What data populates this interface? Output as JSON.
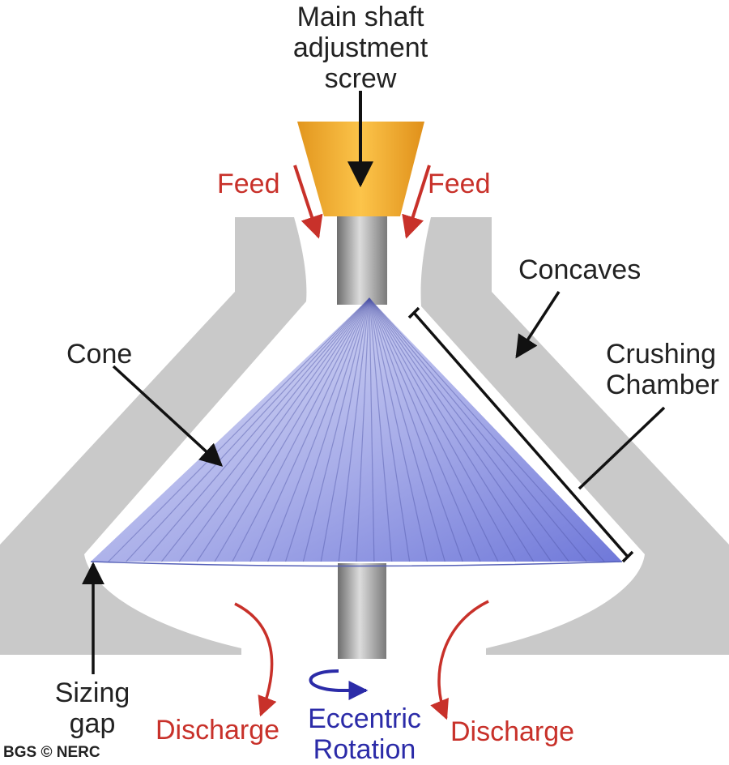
{
  "labels": {
    "screw": [
      "Main shaft",
      "adjustment",
      "screw"
    ],
    "feed_left": "Feed",
    "feed_right": "Feed",
    "concaves": "Concaves",
    "cone": "Cone",
    "crushing_chamber": [
      "Crushing",
      "Chamber"
    ],
    "sizing_gap": [
      "Sizing",
      "gap"
    ],
    "discharge_left": "Discharge",
    "discharge_right": "Discharge",
    "eccentric_rotation": [
      "Eccentric",
      "Rotation"
    ]
  },
  "credit": "BGS © NERC",
  "colors": {
    "concave": "#c9c9c9",
    "cone_top": "#cfd3ef",
    "cone_bottom": "#7a82dc",
    "screw": "#f0a62a",
    "flow_arrow": "#c8312a",
    "rotation_arrow": "#2b2ba8",
    "leader": "#111111"
  }
}
